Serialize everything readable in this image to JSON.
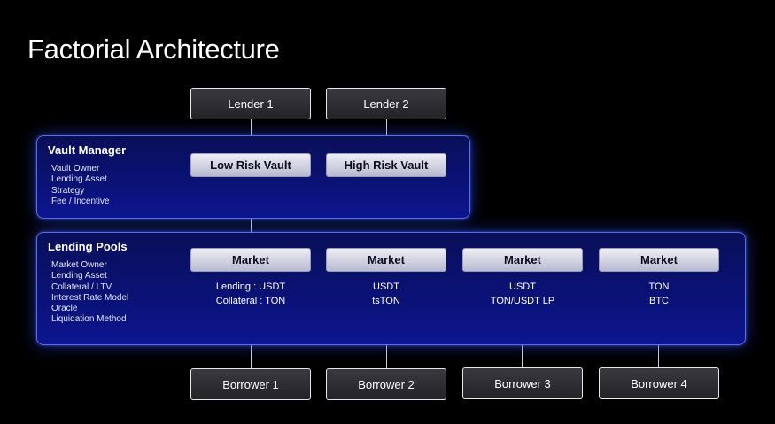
{
  "title": "Factorial Architecture",
  "lenders": [
    "Lender 1",
    "Lender 2"
  ],
  "vault_manager": {
    "title": "Vault Manager",
    "attributes": [
      "Vault Owner",
      "Lending Asset",
      "Strategy",
      "Fee / Incentive"
    ],
    "vaults": [
      "Low Risk Vault",
      "High Risk Vault"
    ]
  },
  "lending_pools": {
    "title": "Lending Pools",
    "attributes": [
      "Market Owner",
      "Lending Asset",
      "Collateral / LTV",
      "Interest Rate Model",
      "Oracle",
      "Liquidation Method"
    ],
    "markets": [
      {
        "label": "Market",
        "lending": "Lending : USDT",
        "collateral": "Collateral : TON"
      },
      {
        "label": "Market",
        "lending": "USDT",
        "collateral": "tsTON"
      },
      {
        "label": "Market",
        "lending": "USDT",
        "collateral": "TON/USDT LP"
      },
      {
        "label": "Market",
        "lending": "TON",
        "collateral": "BTC"
      }
    ]
  },
  "borrowers": [
    "Borrower 1",
    "Borrower 2",
    "Borrower 3",
    "Borrower 4"
  ]
}
